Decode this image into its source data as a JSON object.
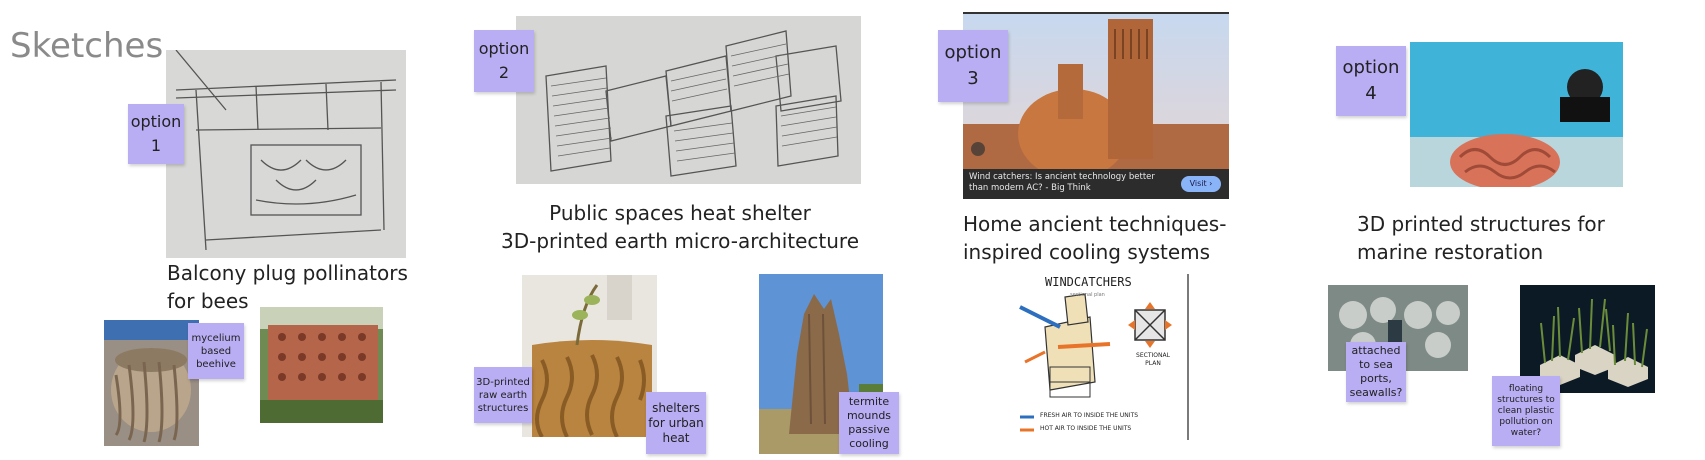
{
  "board": {
    "title": "Sketches"
  },
  "options": [
    {
      "label_line1": "option",
      "label_line2": "1",
      "caption": "Balcony plug pollinators for bees"
    },
    {
      "label_line1": "option",
      "label_line2": "2",
      "caption_line1": "Public spaces  heat shelter",
      "caption_line2": "3D-printed earth micro-architecture"
    },
    {
      "label_line1": "option",
      "label_line2": "3",
      "caption": "Home  ancient techniques-inspired cooling systems"
    },
    {
      "label_line1": "option",
      "label_line2": "4",
      "caption": "3D printed structures for marine restoration"
    }
  ],
  "notes": {
    "mycelium": "mycelium based beehive",
    "raw_earth": "3D-printed raw earth structures",
    "shelters": "shelters for urban heat",
    "termite": "termite mounds passive cooling",
    "sea_ports": "attached to sea ports, seawalls?",
    "floating": "floating structures to clean plastic pollution on water?"
  },
  "windcatcher_image": {
    "caption": "Wind catchers: Is ancient technology better than modern AC? - Big Think",
    "visit_label": "Visit ›"
  },
  "windcatcher_diagram": {
    "heading": "WINDCATCHERS",
    "sub": "sectional plan",
    "label_plan": "SECTIONAL PLAN",
    "legend_fresh": "FRESH AIR TO INSIDE THE UNITS",
    "legend_hot": "HOT AIR TO INSIDE THE UNITS"
  },
  "colors": {
    "sticky": "#b9adf3",
    "fresh_air": "#2c6fbf",
    "hot_air": "#e8742a"
  }
}
